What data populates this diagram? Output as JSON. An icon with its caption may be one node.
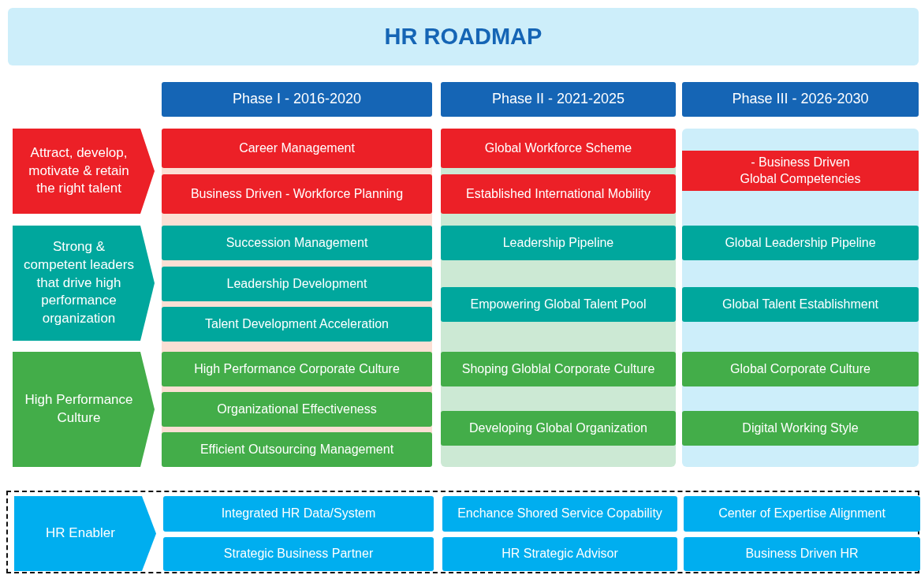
{
  "diagram": {
    "title": "HR ROADMAP",
    "nodes": [
      {
        "text": [
          "Phase I - 2016-2020"
        ]
      },
      {
        "text": [
          "Phase II - 2021-2025"
        ]
      },
      {
        "text": [
          "Phase III - 2026-2030"
        ]
      },
      {
        "text": [],
        "shape": "box"
      },
      {
        "text": [],
        "shape": "box"
      },
      {
        "text": [],
        "shape": "box"
      },
      {
        "text": [
          "Attract, develop, motivate & retain the right talent"
        ]
      },
      {
        "text": [
          "Strong & competent leaders that drive high performance organization"
        ]
      },
      {
        "text": [
          "High Performance Culture"
        ]
      },
      {
        "text": [
          "Career Management"
        ],
        "in": 3
      },
      {
        "text": [
          "Business Driven - Workforce Planning"
        ],
        "in": 3
      },
      {
        "text": [
          "Succession Management"
        ],
        "in": 3
      },
      {
        "text": [
          "Leadership Development"
        ],
        "in": 3
      },
      {
        "text": [
          "Talent Development Acceleration"
        ],
        "in": 3
      },
      {
        "text": [
          "High Performance Corporate Culture"
        ],
        "in": 3
      },
      {
        "text": [
          "Organizational Effectiveness"
        ],
        "in": 3
      },
      {
        "text": [
          "Efficient Outsourcing Management"
        ],
        "in": 3
      },
      {
        "text": [
          "Global Workforce Scheme"
        ],
        "in": 4
      },
      {
        "text": [
          "Established International Mobility"
        ],
        "in": 4
      },
      {
        "text": [
          "Leadership Pipeline"
        ],
        "in": 4
      },
      {
        "text": [
          "Empowering Global Talent Pool"
        ],
        "in": 4
      },
      {
        "text": [
          "Shoping Globlal Corporate Culture"
        ],
        "in": 4
      },
      {
        "text": [
          "Developing Global Organization"
        ],
        "in": 4
      },
      {
        "text": [
          "- Business Driven Global Competencies"
        ],
        "in": 5
      },
      {
        "text": [
          "Global Leadership Pipeline"
        ],
        "in": 5
      },
      {
        "text": [
          "Global Talent Establishment"
        ],
        "in": 5
      },
      {
        "text": [
          "Global Corporate Culture"
        ],
        "in": 5
      },
      {
        "text": [
          "Digital Working Style"
        ],
        "in": 5
      },
      {
        "text": [],
        "shape": "box"
      },
      {
        "text": [
          "HR Enabler"
        ],
        "in": 28
      },
      {
        "text": [
          "Integrated HR Data/System"
        ],
        "in": 28
      },
      {
        "text": [
          "Enchance Shored Service Copability"
        ],
        "in": 28
      },
      {
        "text": [
          "Center of Expertise Alignment"
        ],
        "in": 28
      },
      {
        "text": [
          "Strategic Business Partner"
        ],
        "in": 28
      },
      {
        "text": [
          "HR Strategic Advisor"
        ],
        "in": 28
      },
      {
        "text": [
          "Business Driven HR"
        ],
        "in": 28
      }
    ]
  }
}
